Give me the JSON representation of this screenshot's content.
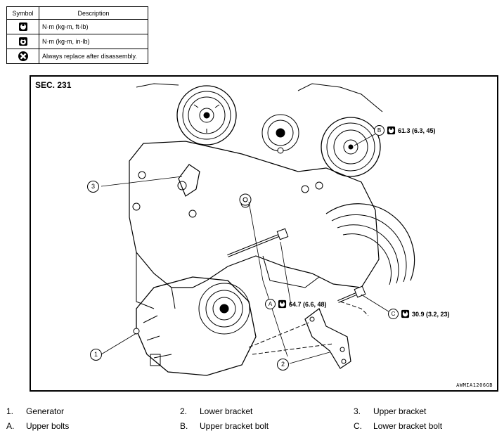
{
  "legend": {
    "header_symbol": "Symbol",
    "header_description": "Description",
    "rows": [
      {
        "icon": "torque-wrench-ft-lb-icon",
        "description": "N·m (kg-m, ft-lb)"
      },
      {
        "icon": "torque-wrench-in-lb-icon",
        "description": "N·m (kg-m, in-lb)"
      },
      {
        "icon": "always-replace-icon",
        "description": "Always replace after disassembly."
      }
    ]
  },
  "diagram": {
    "section": "SEC. 231",
    "reference_code": "AWMIA1206GB",
    "callouts": {
      "a": {
        "letter": "A",
        "torque": "64.7 (6.6, 48)"
      },
      "b": {
        "letter": "B",
        "torque": "61.3 (6.3, 45)"
      },
      "c": {
        "letter": "C",
        "torque": "30.9 (3.2, 23)"
      },
      "n1": "1",
      "n2": "2",
      "n3": "3"
    }
  },
  "parts": [
    {
      "key": "1.",
      "label": "Generator"
    },
    {
      "key": "2.",
      "label": "Lower bracket"
    },
    {
      "key": "3.",
      "label": "Upper bracket"
    },
    {
      "key": "A.",
      "label": "Upper bolts"
    },
    {
      "key": "B.",
      "label": "Upper bracket bolt"
    },
    {
      "key": "C.",
      "label": "Lower bracket bolt"
    }
  ]
}
